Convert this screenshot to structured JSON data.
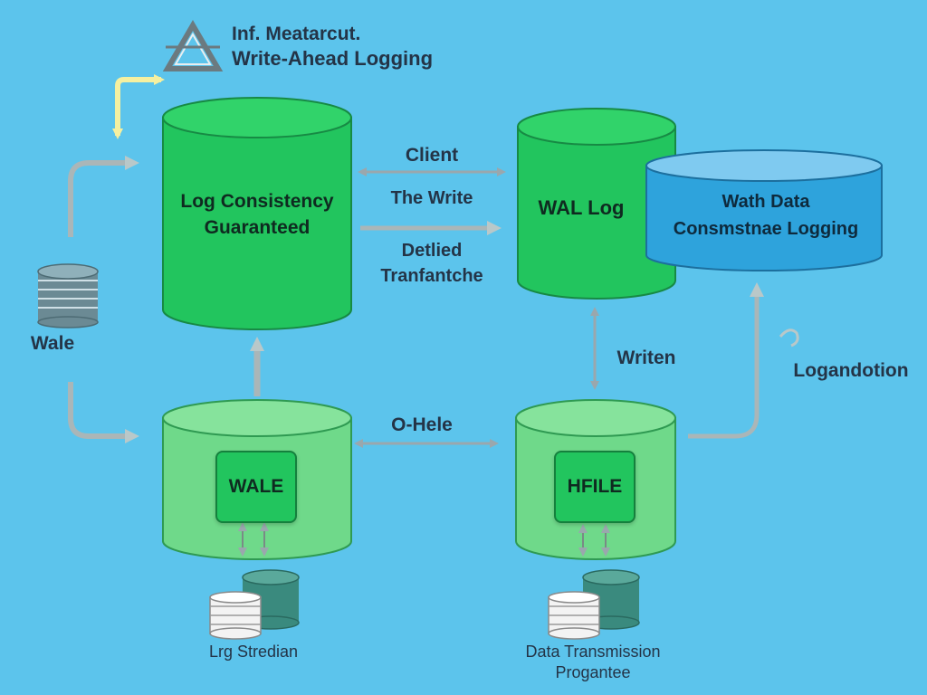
{
  "header": {
    "line1": "Inf. Meatarcut.",
    "line2": "Write-Ahead Logging"
  },
  "nodes": {
    "top_left_cylinder": "Log Consistency\nGuaranteed",
    "top_right_cylinder": "WAL Log",
    "blue_drum_line1": "Wath Data",
    "blue_drum_line2": "Consmstnae Logging",
    "bottom_left_box": "WALE",
    "bottom_right_box": "HFILE"
  },
  "edges": {
    "client": "Client",
    "the_write": "The Write",
    "detlied": "Detlied",
    "tranfantche": "Tranfantche",
    "writen": "Writen",
    "o_hele": "O-Hele",
    "logandotion": "Logandotion"
  },
  "sources": {
    "wale": "Wale",
    "left_store": "Lrg Stredian",
    "right_store_line1": "Data Transmission",
    "right_store_line2": "Progantee"
  },
  "colors": {
    "background": "#5cc4ec",
    "primary_green": "#22c55e",
    "light_green": "#6fd98a",
    "blue_drum": "#2ea3dc",
    "arrow": "#9aa7ad",
    "accent_yellow": "#f5f0a0"
  },
  "icons": {
    "logo": "triangle-logo-icon",
    "database": "database-stack-icon"
  }
}
